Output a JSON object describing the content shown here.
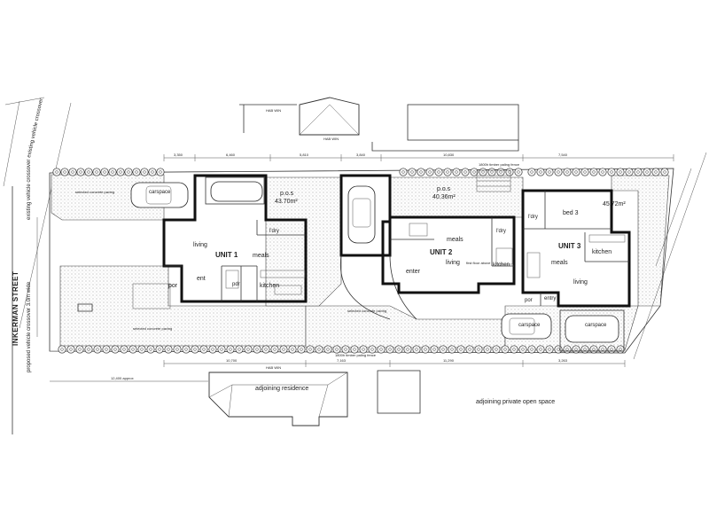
{
  "street": {
    "name": "INKERMAN STREET"
  },
  "left_labels": {
    "existing_crossover_top": "existing vehicle crossover",
    "existing_crossover_mid": "existing vehicle crossover",
    "proposed_crossover": "proposed vehicle crossover 3.0m wide"
  },
  "units": [
    {
      "name": "UNIT 1",
      "pos_label": "p.o.s",
      "pos_area": "43.70m²",
      "rooms": {
        "living": "living",
        "meals": "meals",
        "kitchen": "kitchen",
        "ent": "ent",
        "por": "por",
        "pdr": "pdr",
        "ldry": "l'dry"
      },
      "carspace": "carspace"
    },
    {
      "name": "UNIT 2",
      "pos_label": "p.o.s",
      "pos_area": "40.36m²",
      "rooms": {
        "living": "living",
        "meals": "meals",
        "kitchen": "kitchen",
        "enter": "enter",
        "ldry": "l'dry"
      }
    },
    {
      "name": "UNIT 3",
      "pos_area": "45.72m²",
      "rooms": {
        "living": "living",
        "meals": "meals",
        "kitchen": "kitchen",
        "entry": "entry",
        "por": "por",
        "ldry": "l'dry",
        "bed": "bed 3"
      },
      "carspace": "carspace"
    }
  ],
  "neighbours": {
    "adjoining_residence": "adjoining residence",
    "adjoining_private_open_space": "adjoining private open space"
  },
  "dimensions": {
    "top": [
      "3,350",
      "6,460",
      "5,810",
      "3,840",
      "10,830",
      "7,540"
    ],
    "bottom": [
      "10,700",
      "7,163",
      "11,290",
      "3,263"
    ],
    "setback": "12,400 approx"
  },
  "notes": {
    "paving": "selected concrete paving",
    "fence_top": "1800h timber paling fence",
    "fence_bottom": "1800h timber paling fence",
    "hab_win": "HAB WIN",
    "first_floor_above": "first floor above"
  }
}
